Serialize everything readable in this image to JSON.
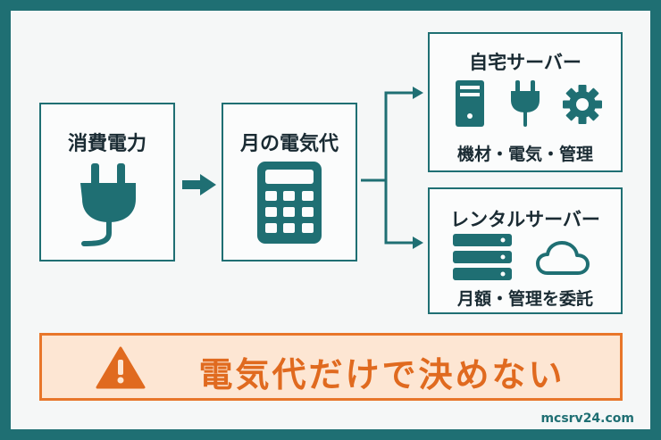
{
  "boxes": {
    "power": {
      "title": "消費電力",
      "icon": "plug-icon"
    },
    "monthly": {
      "title": "月の電気代",
      "icon": "calculator-icon"
    },
    "home": {
      "title": "自宅サーバー",
      "caption": "機材・電気・管理",
      "icons": [
        "server-tower-icon",
        "plug-icon",
        "gear-icon"
      ]
    },
    "rental": {
      "title": "レンタルサーバー",
      "caption": "月額・管理を委託",
      "icons": [
        "server-rack-icon",
        "cloud-icon"
      ]
    }
  },
  "warning": {
    "icon": "warning-icon",
    "text": "電気代だけで決めない"
  },
  "footer": {
    "site": "mcsrv24.com"
  },
  "colors": {
    "teal": "#1f6f73",
    "orange": "#e8762a",
    "warning_bg": "#fde6d3",
    "text": "#1a2b33"
  }
}
